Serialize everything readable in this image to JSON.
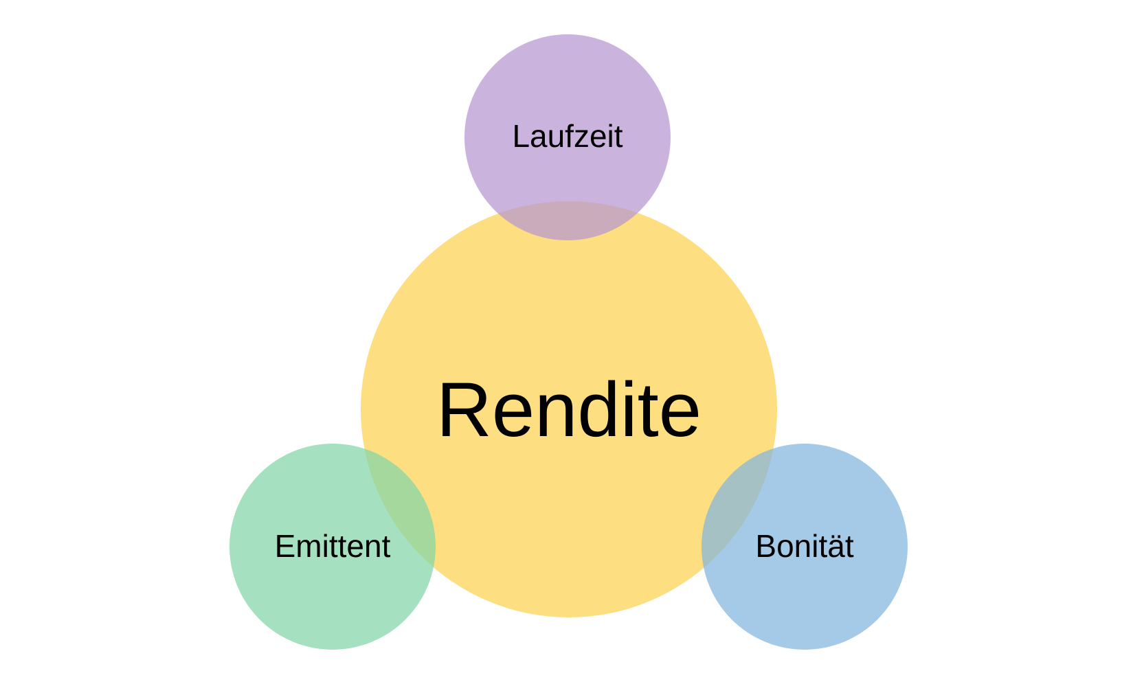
{
  "diagram": {
    "center": {
      "label": "Rendite",
      "color": "#fdde80"
    },
    "satellites": [
      {
        "id": "laufzeit",
        "label": "Laufzeit",
        "color": "#b597d1"
      },
      {
        "id": "emittent",
        "label": "Emittent",
        "color": "#82d6a8"
      },
      {
        "id": "bonitaet",
        "label": "Bonität",
        "color": "#82b6de"
      }
    ]
  }
}
